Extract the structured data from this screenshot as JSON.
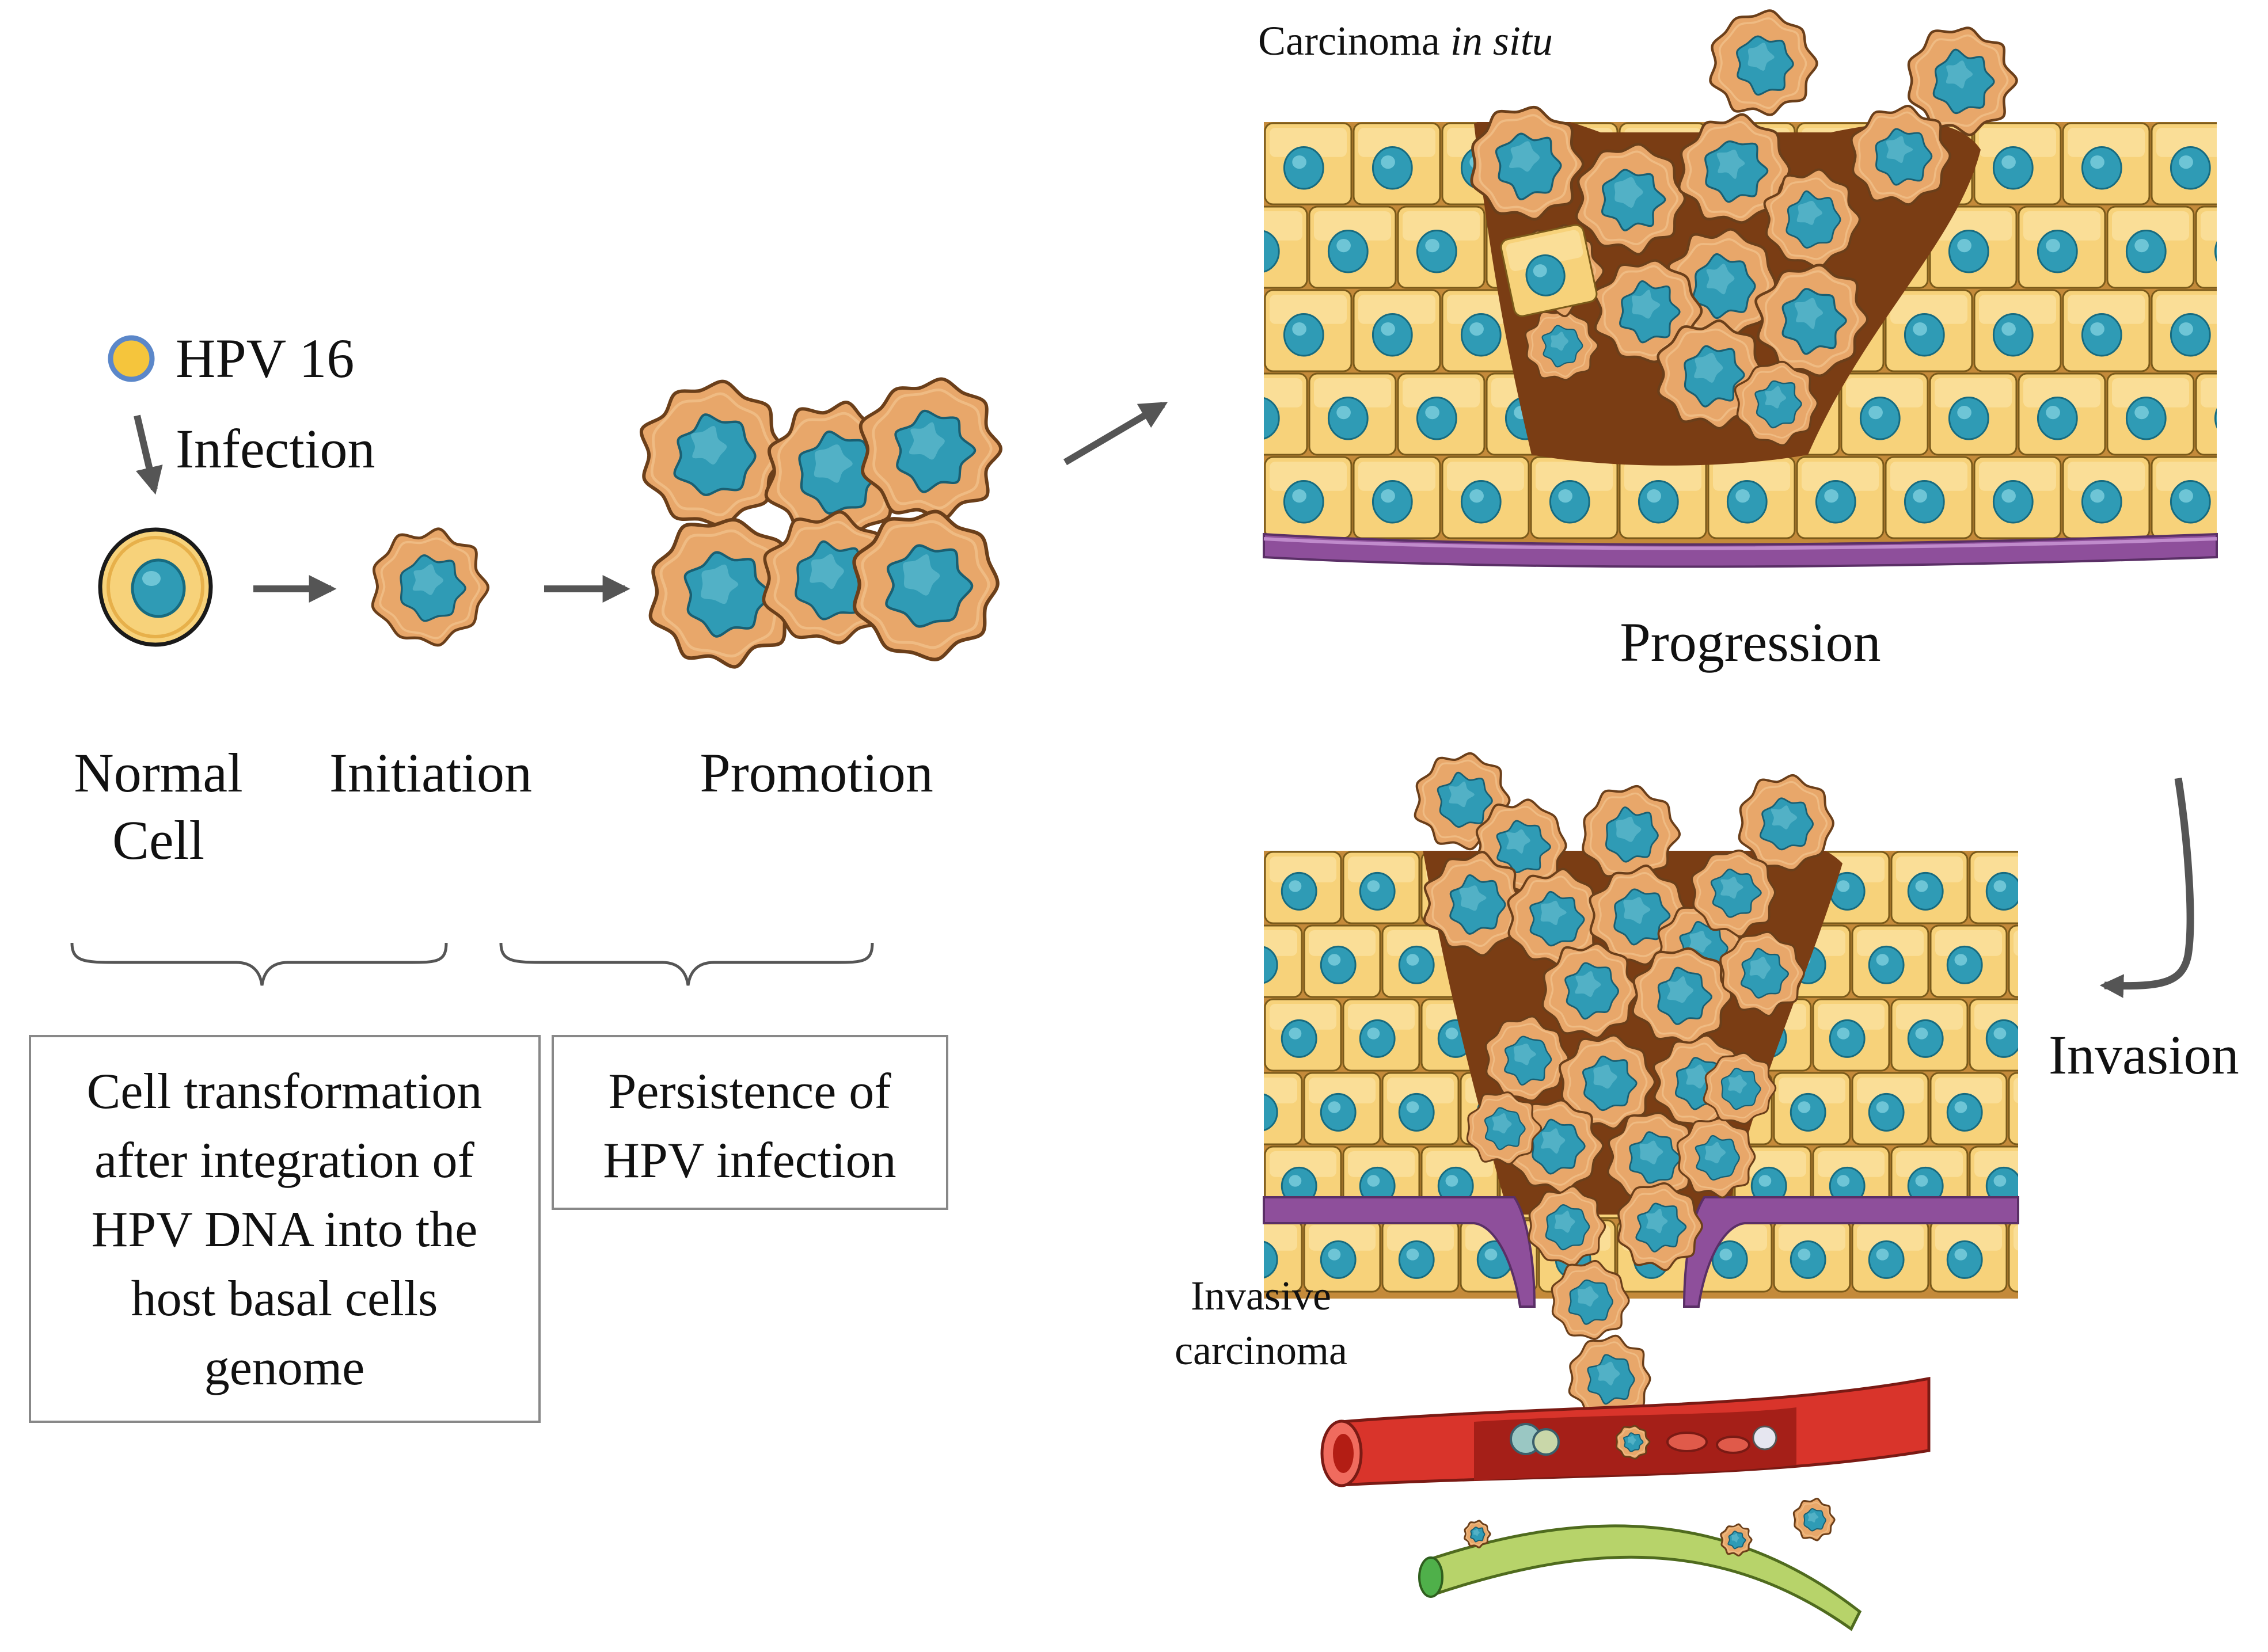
{
  "labels": {
    "hpv": "HPV 16",
    "infection": "Infection",
    "normal_line1": "Normal",
    "normal_line2": "Cell",
    "initiation": "Initiation",
    "promotion": "Promotion",
    "cis_main": "Carcinoma ",
    "cis_italic": "in situ",
    "progression": "Progression",
    "invasion": "Invasion",
    "invasive_line1": "Invasive",
    "invasive_line2": "carcinoma"
  },
  "boxes": {
    "transformation": [
      "Cell transformation",
      "after integration of",
      "HPV DNA into the",
      "host basal cells",
      "genome"
    ],
    "persistence": [
      "Persistence of",
      "HPV infection"
    ]
  },
  "colors": {
    "normal_cell_fill": "#f7d27a",
    "normal_cell_stroke": "#d49a2a",
    "nucleus": "#2f9bb5",
    "nucleus_light": "#6fc3d3",
    "cancer_cell_fill": "#e8a76a",
    "cancer_cell_stroke": "#6b3f1a",
    "basement": "#8e4f9b",
    "stroma_brown": "#7a3d14",
    "vessel_red": "#d9342b",
    "vessel_green": "#b7d36a",
    "arrow": "#555555"
  }
}
